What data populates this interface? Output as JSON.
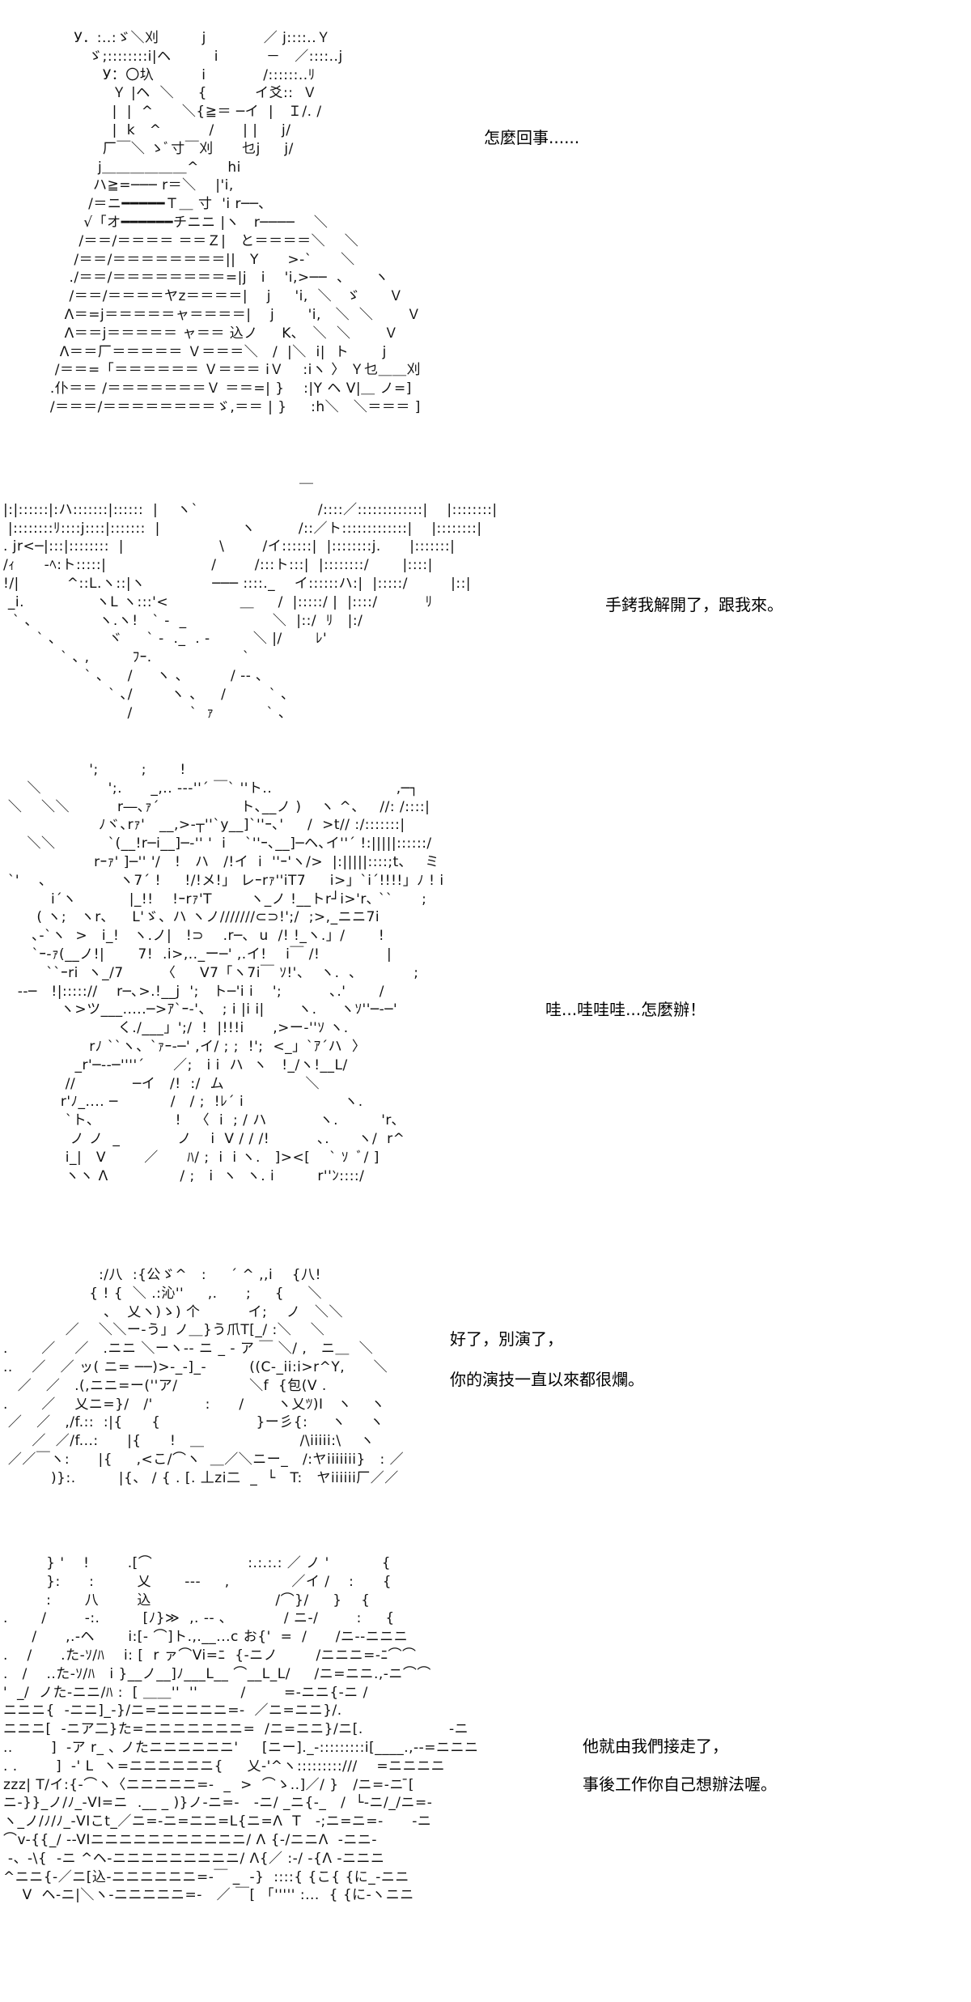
{
  "panels": [
    {
      "dialogue": [
        "怎麼回事......"
      ],
      "art": [
        "      У．:..:ゞ＼刈         j            ／ j::::..Ｙ",
        "         ゞ;::::::::i|ヘ         i          －   ／::::..j",
        "            У：〇圦          i            /::::::..ﾘ",
        "              Ｙ |ヘ  ＼     {          イ爻::  Ｖ",
        "              |  |  ^      ＼{≧＝ ─イ  |   Ｉ/. /",
        "              |  k   ^          /      | |     j/",
        "            厂￣＼ ゝﾞ寸￣刈      乜j     j/",
        "           j＿＿＿＿＿＿^      hi",
        "          ハ≧=─── r＝＼    |'i,",
        "         /＝ニ━━━━━Ｔ＿ 寸  'i r──､",
        "        √「オ━━━━━━チニニ |ヽ   r────    ＼",
        "       /＝＝/＝＝＝＝ ＝＝Ｚ|   と＝＝＝＝＼    ＼",
        "      /＝＝/＝＝＝＝＝＝＝＝||   Y      >‐`      ＼",
        "     ./＝＝/＝＝＝＝＝＝＝＝=|j   i    'i,>──  、     ヽ",
        "     /＝＝/＝＝＝＝ヤz＝＝＝＝|    j     'i,  ＼   ゞ      Ｖ",
        "    Λ＝=j＝＝＝＝＝ャ＝＝＝＝|    j       'i,   ＼  ＼       Ｖ",
        "    Λ＝＝j＝＝＝＝＝ ャ＝＝ 込ノ     K､   ＼  ＼       Ｖ",
        "   Λ＝＝厂＝＝＝＝＝ Ｖ＝＝＝＼   /  |＼  i|  ト       j",
        "  /＝＝=「＝＝＝＝＝＝ Ｖ＝＝＝ iＶ    :iヽ 〉 Ｙ乜＿＿刈",
        " .仆＝＝ /＝＝＝＝＝＝＝Ｖ ＝＝=| }    :|Y ヘ V|＿ ノ=]",
        " /＝＝＝/＝＝＝＝＝＝＝＝ゞ,＝＝ | }     :h＼   ＼＝＝＝ ]"
      ]
    },
    {
      "dialogue": [
        "手銬我解開了，跟我來。"
      ],
      "art": [
        "                                                              ￣",
        "|:|::::::|:ハ:::::::|::::::  |    ヽ`                         /::::／:::::::::::::|    |::::::::|",
        " |::::::::ﾘ::::j::::|:::::::  |                 ヽ         /::／ト:::::::::::::|    |::::::::|",
        ". jr<─|:::|::::::::  |                    \\        /イ::::::|  |::::::::j.      |:::::::|",
        "/ｨ      -ﾍ:ト:::::|                      /        /:::ト:::|  |::::::::/       |::::|",
        "!/|          ^::L.ヽ::|ヽ              ─── ::::._    イ::::::ハ:|  |:::::/         |::|",
        " _i.               ヽL ヽ:::'<               ＿     /  |:::::/ |  |::::/          ﾘ",
        "  ` ､              ヽ.ヽ!   ` ‐  _                  ＼  |::/  ﾘ   |:/",
        "       ` ､           ヾ     ` ‐  ._  . -         ＼ |/       ﾚ'",
        "            ` ､ ,         ﾌｰ.                   `",
        "                 ` ､     /     ヽ ､          / ‐- ､",
        "                      ` ､/        ヽ ､     /         ` ､",
        "                          /            `  ｧ           ` ､"
      ]
    },
    {
      "dialogue": [
        "哇...哇哇哇...怎麼辦！"
      ],
      "art": [
        "                  ';         ;       !",
        "     ＼              ';.      _,.. --‐''´ ￣` ''ト..                          ,─┐",
        " ＼    ＼＼          r―､ｧ´                 ト､__ノ )    ヽ ^、   //: /::::|",
        "                    ﾉヾ､rｧ'   __,>‐┬''`y__]`''ｰ､'     /  >t// :/:::::::|",
        "     ＼＼           `(__!r─i__]─‐'' '  i    `''ｰ､__]─ヘ､イ''´ !:|||||::::::/",
        "                   rｰｧ' ]─'' '/   !   ハ   /!イ  i  ''ｰ'ヽ/>  |:|||||::::;t､    ミ",
        " `'    、              ヽ7´ !     !/!メ!」 レｰrｧ''iT7     i>」`i´!!!!」ﾉ ! i",
        "          i´ヽ           |_!!    !ｰrｧ'T        ヽ_ノ !__トr┘i>'r､ ``      ;",
        "       ( ヽ;   ヽr､     L'ゞ、ハ ヽノ///////⊂⊃!';/  ;>,_ニニ7i",
        "      ､-`ヽ  >   i_!   ヽ.ノ|   !⊃    .r─､  u  /! !_ヽ.」/       !",
        "      `ｰ-ｧ(__ノ!|       7!  .i>,.._ー─' ,.イ!    i￣ /!              |",
        "         ``ｰri  ヽ_/7        〈     V7「ヽ7i￣ ｿ!'、  ヽ.  ､            ;",
        "   ‐‐─   !|::::://    r─､>.!__j  ';   ト─'i i    ';          ､.'       /",
        "            ヽ>ツ___.....─>ｱ`ｰ-'、  ; i |i i|       ヽ.     ヽｿ''─-─'",
        "                        く./___」';/  !  |!!!i      ,>ー‐''ｿ ヽ.",
        "                  rﾉ ``ヽ、`ｧｰ-─' ,イ/ ; ;  !';  <_」`ｱ´ハ  〉",
        "               _r'─--─''''´      ／;   i i  ハ  ヽ   !_/ヽ!__L/",
        "             //            ─イ   /!  :/  ム                 ＼",
        "            r'ﾉ_.... ─           /   / ;  !ﾚ´ i                     ヽ.",
        "             `ト､                 !   〈  i  ; / ハ           ヽ.         'r､",
        "              ノ ノ  _            ノ    i  V / / /!          ､.      ヽ/  r^",
        "             i_|   V        ／      ﾊ/ ;  i  i ヽ.   ]><[    ` ｿ  ﾞ/ ]",
        "             ヽヽ Λ               / ;   i  ヽ  ヽ. i         r''ﾝ::::/"
      ]
    },
    {
      "dialogue": [
        "好了，別演了，",
        "你的演技一直以來都很爛。"
      ],
      "art": [
        "                    :/八  :{公ゞ^   :     ´ ^ ,,i    {八!",
        "                  { ! {  ＼ .:沁''     ,.      ;     {     ＼",
        "                     、  乂ヽ)ゝ) 个          イ;    ノ   ＼＼",
        "             ／    ＼＼ー-う」ノ＿}う爪T[_/ :＼    ＼",
        ".       ／    ／   .ニニ ＼ーヽ-- ニ _ - ア ￣ ＼/ ,   ニ＿  ＼",
        "..    ／   ／ ッ( ニ= ──)>-_-]_-         ((C-_ii:i>r^Y,      ＼",
        "   ／   ／   .(,ニニ=ー(''ア/               ＼f  {包(V .",
        ".       ／    乂ニ=}/   /'           :      /       ヽ乂ﾂ)I   ヽ    ヽ",
        " ／   ／   ,/f.::  :|{      {                    }ー彡{:     ヽ     ヽ",
        "      ／  ／/f...:      |{      !   ＿                    /\\iiiii:\\    ヽ",
        " ／／￣ヽ:      |{     ,<こ/⌒ヽ  ＿／＼ニー_   /:ヤiiiiiii}   : ／",
        "          )}:.         |{、 / { . [. 丄zi二  _  └   T:   ヤiiiiii厂／／"
      ]
    },
    {
      "dialogue": [
        "他就由我們接走了，",
        "事後工作你自己想辦法喔。"
      ],
      "art": [
        "         } '    !        .[⌒                    :.:.:.: ／ ノ '           {",
        "         }:      :         乂       ‐‐‐     ,             ／イ /    :      {",
        "         :       八        込                          /⌒}/     }    {",
        ".       /        -:.         [ﾉ}≫  ,. -‐ ､            / ニ-/        :     {",
        "      /      ,.-ヘ       i:[- ⌒]ト.,.__...c お{'  =  /      /ニ--ニニニ",
        ".    /      .た-ｿ/ﾊ    i: [  r ァ⌒Vi=ﾆ  {-ニノ        /ニニニ=-ﾆ⌒⌒",
        ".   /    ..た-ｿ/ﾊ   i }__ノ__]ﾉ___L__ ⌒__L_L/     /ニ=ニニ.,-ニ⌒⌒",
        "'  _/  ノた-ニニ/ﾊ :  [ ＿＿''  ''         /        =-ニニ{-ニ /",
        "ニニニ{  -ニニ]_-}/ニ=ニニニニニ=-  ／ニ=ニニ}/.",
        "ニニニ[  -ニア二}た=ニニニニニニニ=  /ニ=ニニ}/ニ[.                  -ニ",
        "..        ]  -ア r_ ､ ノたニニニニニニ'     [ニー]._-:::::::::i[____.,--=ニニニ",
        ". .        ]  -' L  ヽ=ニニニニニニ{     乂-'^ヽ:::::::::///    =ニニニニ",
        "zzz| T/イ:{-⌒ヽ〈ニニニニニ=-  _  >  ⌒ゝ..]／/ }   /ニ=‐ニ ̄[",
        "ニ-}}_ノ/ﾉ_-VI=ニ  .__ _ )}ノ-ニ=‐   ‐ニ/ _ニ{-_   /  └‐ニ/_/ニ=‐",
        "ヽ_ノ/ﾉ/ﾉ_-VIこt_／ニ=‐ニ=ニニ=L{ニ=Λ  T   -;ニ=ニ=‐      -ニ",
        "⌒v-{{_/ --VIニニニニニニニニニニニ/ Λ {-/ニニΛ  -ニニ-",
        " -、-\\{  -ニ ^ヘ-ニニニニニニニニニ/ Λ{／ :-/ -{Λ -ニニニ",
        "^ニニ{-／ニ[込-ニニニニニニ=-￣ _  -}  ::::{ {こ{ {に_-ニニ",
        "    V  ヘ-ニ|＼ヽ-ニニニニニ=-   ／ ￣[ 「''''' :...  { {に-ヽニニ"
      ]
    }
  ]
}
